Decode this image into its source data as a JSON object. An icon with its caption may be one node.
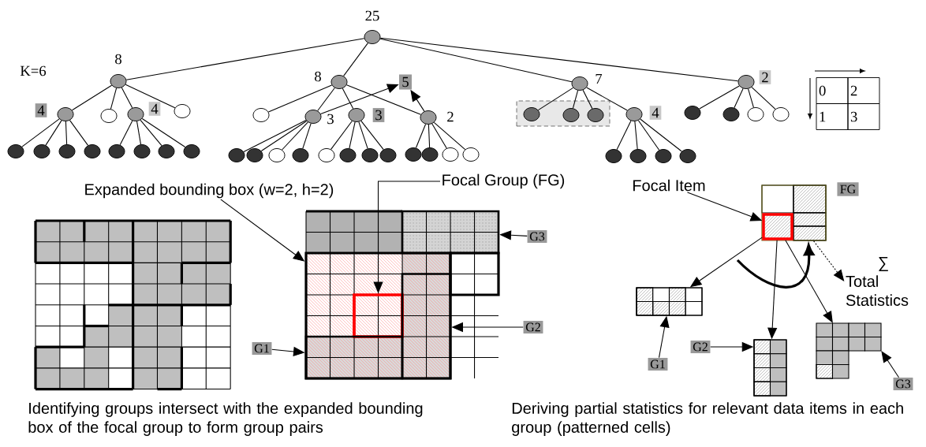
{
  "diagram": {
    "nodes": [
      {
        "text": [],
        "shape": "circle",
        "beside": [
          "25"
        ]
      },
      {
        "text": [],
        "shape": "circle",
        "beside": [
          "8"
        ]
      },
      {
        "text": [],
        "shape": "circle",
        "beside": [
          "8"
        ]
      },
      {
        "text": [],
        "shape": "circle",
        "beside": [
          "7"
        ]
      },
      {
        "text": [],
        "shape": "circle"
      },
      {
        "text": [],
        "shape": "circle"
      },
      {
        "text": [],
        "shape": "circle"
      },
      {
        "text": [],
        "shape": "circle"
      },
      {
        "text": [],
        "shape": "circle"
      },
      {
        "text": [],
        "shape": "circle"
      },
      {
        "text": [],
        "shape": "circle",
        "beside": [
          "3"
        ]
      },
      {
        "text": [],
        "shape": "circle"
      },
      {
        "text": [],
        "shape": "circle",
        "beside": [
          "2"
        ]
      },
      {
        "text": [],
        "shape": "box"
      },
      {
        "text": [],
        "shape": "circle",
        "in": 13
      },
      {
        "text": [],
        "shape": "circle",
        "in": 13
      },
      {
        "text": [],
        "shape": "circle",
        "in": 13
      },
      {
        "text": [],
        "shape": "circle"
      },
      {
        "text": [],
        "shape": "circle"
      },
      {
        "text": [],
        "shape": "circle"
      },
      {
        "text": [],
        "shape": "circle"
      },
      {
        "text": [],
        "shape": "circle"
      },
      {
        "text": [],
        "shape": "circle"
      },
      {
        "text": [],
        "shape": "circle"
      },
      {
        "text": [],
        "shape": "circle"
      },
      {
        "text": [],
        "shape": "circle"
      },
      {
        "text": [],
        "shape": "circle"
      },
      {
        "text": [],
        "shape": "circle"
      },
      {
        "text": [],
        "shape": "circle"
      },
      {
        "text": [],
        "shape": "circle"
      },
      {
        "text": [],
        "shape": "circle"
      },
      {
        "text": [],
        "shape": "circle"
      },
      {
        "text": [],
        "shape": "circle"
      },
      {
        "text": [],
        "shape": "circle"
      },
      {
        "text": [],
        "shape": "circle"
      },
      {
        "text": [],
        "shape": "circle"
      },
      {
        "text": [],
        "shape": "circle"
      },
      {
        "text": [],
        "shape": "circle"
      },
      {
        "text": [],
        "shape": "circle"
      },
      {
        "text": [],
        "shape": "circle"
      },
      {
        "text": [],
        "shape": "circle"
      },
      {
        "text": [],
        "shape": "circle"
      },
      {
        "text": [],
        "shape": "circle"
      },
      {
        "text": [],
        "shape": "circle"
      },
      {
        "text": [],
        "shape": "circle"
      },
      {
        "text": [],
        "shape": "circle"
      },
      {
        "text": [
          "5"
        ]
      },
      {
        "text": [
          "Expanded bounding box (w=2, h=2)"
        ]
      },
      {
        "text": [
          "Focal Group (FG)"
        ]
      },
      {
        "text": [
          "Focal Item"
        ]
      },
      {
        "text": [],
        "shape": "box"
      },
      {
        "text": [],
        "shape": "box"
      },
      {
        "text": [],
        "shape": "box",
        "in": 50
      },
      {
        "text": [],
        "shape": "box",
        "in": 50
      },
      {
        "text": [],
        "shape": "box",
        "in": 50
      },
      {
        "text": [
          "G3"
        ]
      },
      {
        "text": [
          "G2"
        ]
      },
      {
        "text": [
          "G1"
        ]
      },
      {
        "text": [],
        "shape": "box"
      },
      {
        "text": [],
        "shape": "box",
        "in": 58
      },
      {
        "text": [
          "∑",
          "Total Statistics"
        ]
      },
      {
        "text": [],
        "shape": "box"
      },
      {
        "text": [],
        "shape": "box"
      },
      {
        "text": [],
        "shape": "box"
      },
      {
        "text": [
          "G1"
        ]
      },
      {
        "text": [
          "G2"
        ]
      },
      {
        "text": [
          "G3"
        ]
      },
      {
        "text": [
          "2"
        ]
      },
      {
        "text": [
          "4"
        ]
      },
      {
        "text": [
          "4"
        ]
      },
      {
        "text": [
          "3"
        ]
      },
      {
        "text": [
          "4"
        ]
      },
      {
        "text": [
          "FG"
        ]
      }
    ],
    "edges": [
      {
        "from": 0,
        "to": 1,
        "arrow": "none"
      },
      {
        "from": 0,
        "to": 2,
        "arrow": "none"
      },
      {
        "from": 0,
        "to": 3,
        "arrow": "none"
      },
      {
        "from": 0,
        "to": 4,
        "arrow": "none"
      },
      {
        "from": 1,
        "to": 5,
        "arrow": "none"
      },
      {
        "from": 1,
        "to": 6,
        "arrow": "none"
      },
      {
        "from": 1,
        "to": 7,
        "arrow": "none"
      },
      {
        "from": 1,
        "to": 8,
        "arrow": "none"
      },
      {
        "from": 2,
        "to": 9,
        "arrow": "none"
      },
      {
        "from": 2,
        "to": 10,
        "arrow": "none"
      },
      {
        "from": 2,
        "to": 11,
        "arrow": "none"
      },
      {
        "from": 2,
        "to": 12,
        "arrow": "none"
      },
      {
        "from": 3,
        "to": 14,
        "arrow": "none"
      },
      {
        "from": 3,
        "to": 15,
        "arrow": "none"
      },
      {
        "from": 3,
        "to": 16,
        "arrow": "none"
      },
      {
        "from": 3,
        "to": 17,
        "arrow": "none"
      },
      {
        "from": 4,
        "to": 18,
        "arrow": "none"
      },
      {
        "from": 4,
        "to": 19,
        "arrow": "none"
      },
      {
        "from": 4,
        "to": 20,
        "arrow": "none"
      },
      {
        "from": 4,
        "to": 21,
        "arrow": "none"
      },
      {
        "from": 5,
        "to": 22,
        "arrow": "none"
      },
      {
        "from": 5,
        "to": 23,
        "arrow": "none"
      },
      {
        "from": 5,
        "to": 24,
        "arrow": "none"
      },
      {
        "from": 5,
        "to": 25,
        "arrow": "none"
      },
      {
        "from": 7,
        "to": 26,
        "arrow": "none"
      },
      {
        "from": 7,
        "to": 27,
        "arrow": "none"
      },
      {
        "from": 7,
        "to": 28,
        "arrow": "none"
      },
      {
        "from": 7,
        "to": 29,
        "arrow": "none"
      },
      {
        "from": 10,
        "to": 30,
        "arrow": "none"
      },
      {
        "from": 10,
        "to": 31,
        "arrow": "none"
      },
      {
        "from": 10,
        "to": 32,
        "arrow": "none"
      },
      {
        "from": 10,
        "to": 33,
        "arrow": "none"
      },
      {
        "from": 11,
        "to": 34,
        "arrow": "none"
      },
      {
        "from": 11,
        "to": 35,
        "arrow": "none"
      },
      {
        "from": 11,
        "to": 36,
        "arrow": "none"
      },
      {
        "from": 11,
        "to": 37,
        "arrow": "none"
      },
      {
        "from": 12,
        "to": 38,
        "arrow": "none"
      },
      {
        "from": 12,
        "to": 39,
        "arrow": "none"
      },
      {
        "from": 12,
        "to": 40,
        "arrow": "none"
      },
      {
        "from": 12,
        "to": 41,
        "arrow": "none"
      },
      {
        "from": 17,
        "to": 42,
        "arrow": "none"
      },
      {
        "from": 17,
        "to": 43,
        "arrow": "none"
      },
      {
        "from": 17,
        "to": 44,
        "arrow": "none"
      },
      {
        "from": 17,
        "to": 45,
        "arrow": "none"
      },
      {
        "from": 10,
        "to": 46,
        "arrow": "to"
      },
      {
        "from": 12,
        "to": 46,
        "arrow": "to"
      },
      {
        "from": 47,
        "to": 50,
        "arrow": "to"
      },
      {
        "from": 48,
        "to": 52,
        "arrow": "to"
      },
      {
        "from": 55,
        "to": 51,
        "arrow": "to"
      },
      {
        "from": 56,
        "to": 53,
        "arrow": "to"
      },
      {
        "from": 57,
        "to": 54,
        "arrow": "to"
      },
      {
        "from": 49,
        "to": 59,
        "arrow": "to"
      },
      {
        "from": 59,
        "to": 61,
        "arrow": "to"
      },
      {
        "from": 59,
        "to": 62,
        "arrow": "to"
      },
      {
        "from": 59,
        "to": 63,
        "arrow": "to"
      },
      {
        "from": 64,
        "to": 61,
        "arrow": "to"
      },
      {
        "from": 65,
        "to": 62,
        "arrow": "to"
      },
      {
        "from": 66,
        "to": 63,
        "arrow": "to"
      },
      {
        "from": null,
        "to": 58,
        "arrow": "to",
        "style": "thick"
      },
      {
        "from": 58,
        "to": 60,
        "arrow": "to",
        "style": "dashed"
      }
    ],
    "labels": [
      "K=6",
      "0",
      "2",
      "1",
      "3",
      "Identifying groups intersect with the expanded bounding box of the focal group to form group pairs",
      "Deriving partial statistics for relevant data items in each group (patterned cells)"
    ]
  }
}
